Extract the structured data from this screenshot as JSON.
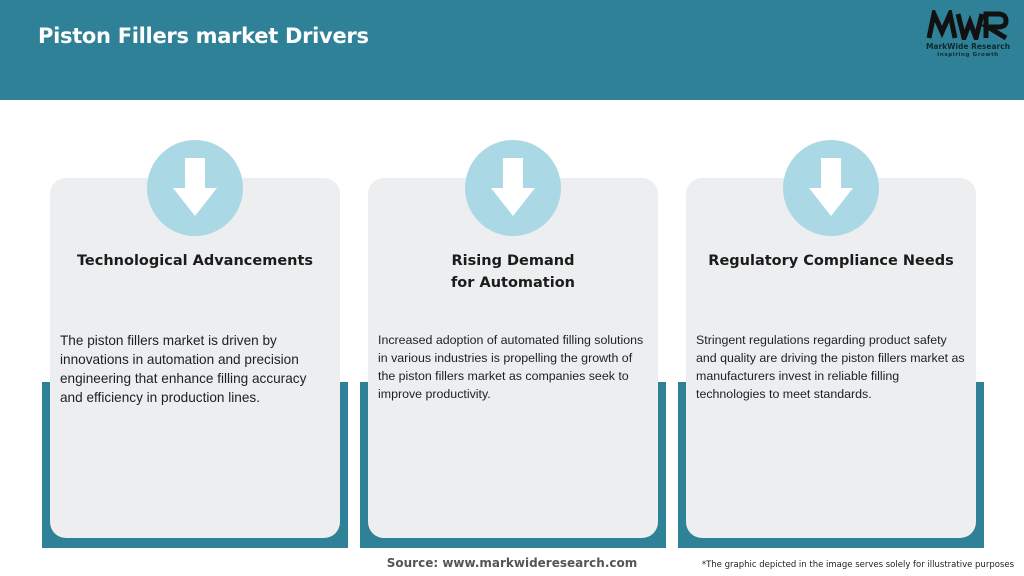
{
  "header": {
    "title": "Piston Fillers market Drivers",
    "logo": {
      "mark": "MWR",
      "name": "MarkWide Research",
      "tagline": "Inspiring Growth"
    }
  },
  "cards": [
    {
      "title": "Technological Advancements",
      "body": "The piston fillers market is driven by innovations in automation and precision engineering that enhance filling accuracy and efficiency in production lines.",
      "icon": "arrow-down-icon"
    },
    {
      "title": "Rising Demand for Automation",
      "body": "Increased adoption of automated filling solutions in various industries is propelling the growth of the piston fillers market as companies seek to improve productivity.",
      "icon": "arrow-down-icon"
    },
    {
      "title": "Regulatory Compliance Needs",
      "body": "Stringent regulations regarding product safety and quality are driving the piston fillers market as manufacturers invest in reliable filling technologies to meet standards.",
      "icon": "arrow-down-icon"
    }
  ],
  "footer": {
    "source": "Source: www.markwideresearch.com",
    "disclaimer": "*The graphic depicted in the image serves solely for illustrative purposes"
  },
  "colors": {
    "header_bg": "#2e8196",
    "accent": "#2e8196",
    "card_bg": "#eceef0",
    "icon_circle": "#abd8e5"
  }
}
